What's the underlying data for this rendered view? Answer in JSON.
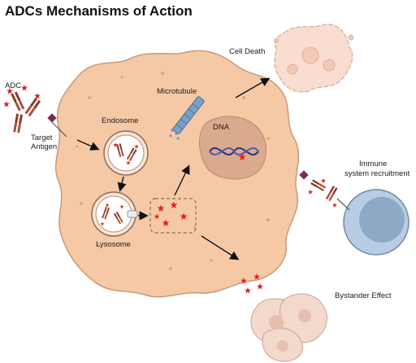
{
  "title": "ADCs Mechanisms of Action",
  "labels": {
    "adc": "ADC",
    "target_antigen_line1": "Target",
    "target_antigen_line2": "Antigen",
    "endosome": "Endosome",
    "lysosome": "Lysosome",
    "microtubule": "Microtubule",
    "dna": "DNA",
    "cell_death": "Cell Death",
    "immune_line1": "Immune",
    "immune_line2": "system recruitment",
    "bystander": "Bystander Effect"
  },
  "colors": {
    "cell_fill": "#f6c9a6",
    "cell_stroke": "#c99878",
    "nucleus_fill": "#d9aa8d",
    "antibody": "#8c3b2a",
    "payload": "#e02020",
    "antigen": "#7a2a5a",
    "immune_cell": "#b8cde3",
    "immune_nucleus": "#8ea9c6"
  },
  "icons": [
    "arrow-icon",
    "payload-star-icon",
    "antibody-icon",
    "dna-helix-icon",
    "microtubule-icon"
  ]
}
